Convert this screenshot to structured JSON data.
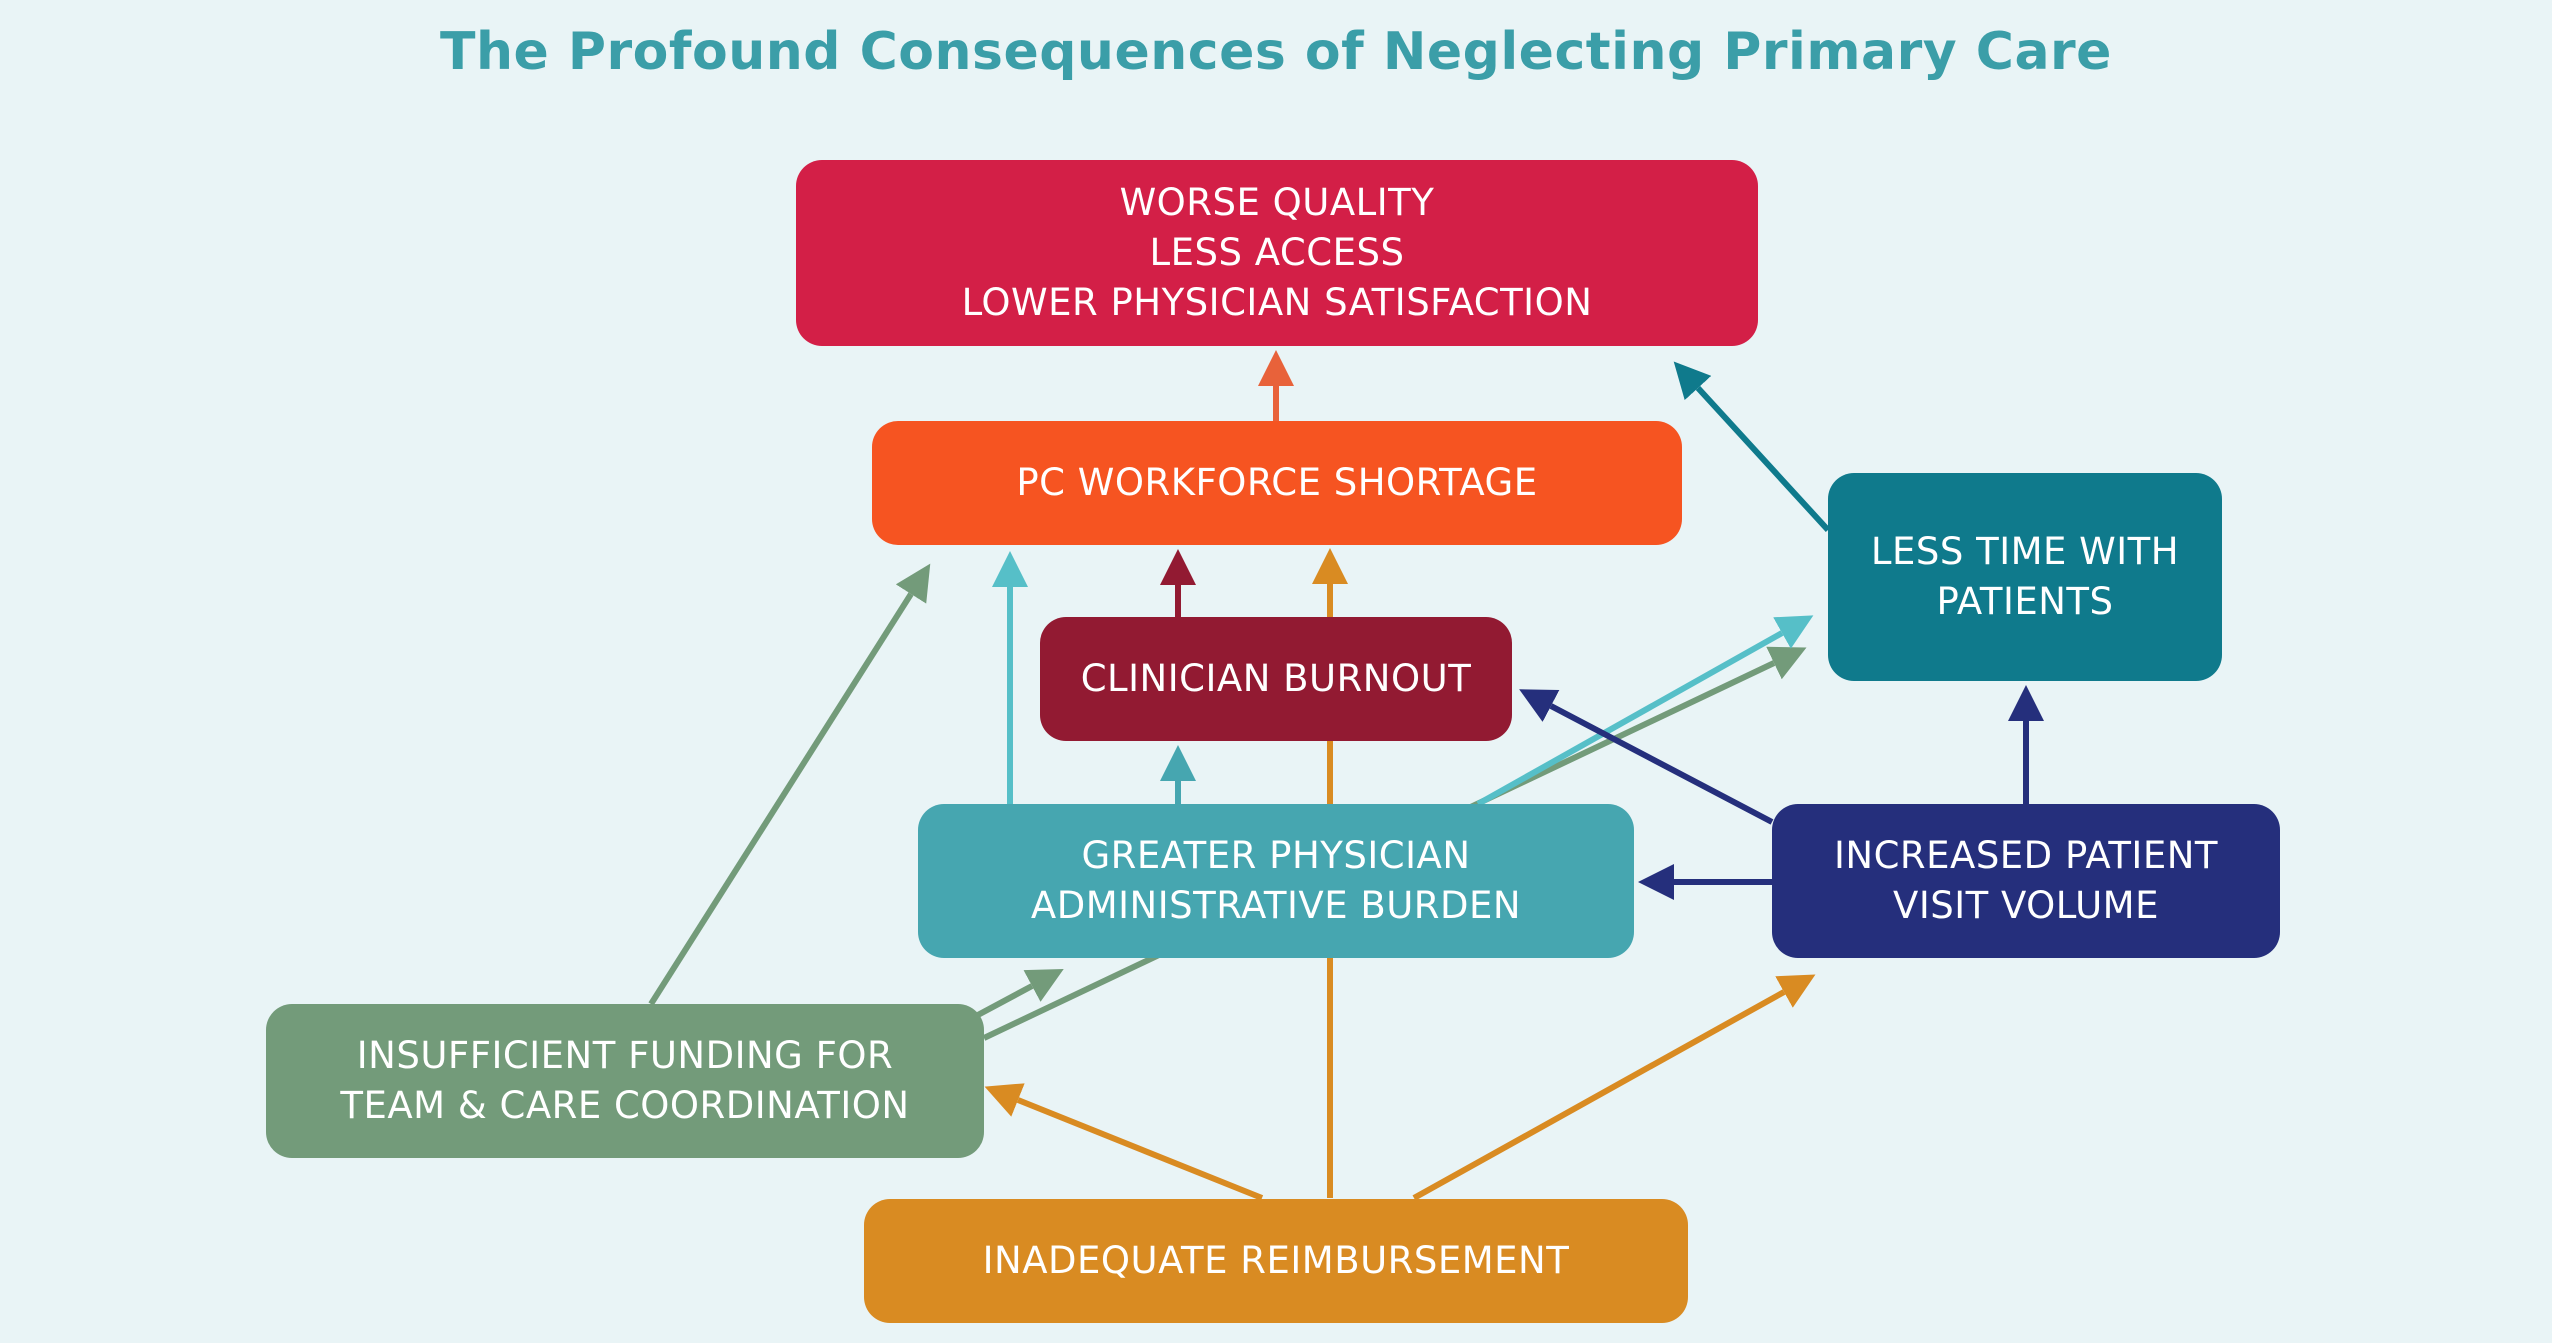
{
  "title": "The Profound Consequences of Neglecting Primary Care",
  "colors": {
    "background": "#e9f4f6",
    "title": "#3b9ea8",
    "outcomes": "#d31f47",
    "shortage": "#f65421",
    "burnout": "#921a32",
    "less_time": "#0f7a8c",
    "admin": "#46a6b0",
    "visit": "#252f7c",
    "funding": "#739b7a",
    "reimburse": "#d98b22"
  },
  "nodes": {
    "outcomes": {
      "lines": [
        "WORSE QUALITY",
        "LESS ACCESS",
        "LOWER PHYSICIAN SATISFACTION"
      ]
    },
    "shortage": {
      "lines": [
        "PC WORKFORCE SHORTAGE"
      ]
    },
    "burnout": {
      "lines": [
        "CLINICIAN BURNOUT"
      ]
    },
    "less_time": {
      "lines": [
        "LESS TIME WITH",
        "PATIENTS"
      ]
    },
    "admin": {
      "lines": [
        "GREATER PHYSICIAN",
        "ADMINISTRATIVE BURDEN"
      ]
    },
    "visit": {
      "lines": [
        "INCREASED PATIENT",
        "VISIT VOLUME"
      ]
    },
    "funding": {
      "lines": [
        "INSUFFICIENT FUNDING FOR",
        "TEAM & CARE COORDINATION"
      ]
    },
    "reimburse": {
      "lines": [
        "INADEQUATE REIMBURSEMENT"
      ]
    }
  },
  "edges": [
    {
      "from": "shortage",
      "to": "outcomes",
      "color": "#e8623a"
    },
    {
      "from": "less_time",
      "to": "outcomes",
      "color": "#0f7a8c"
    },
    {
      "from": "burnout",
      "to": "shortage",
      "color": "#921a32"
    },
    {
      "from": "admin",
      "to": "shortage",
      "color": "#56bfc8"
    },
    {
      "from": "funding",
      "to": "shortage",
      "color": "#739b7a"
    },
    {
      "from": "reimburse",
      "to": "shortage",
      "color": "#d98b22"
    },
    {
      "from": "admin",
      "to": "burnout",
      "color": "#46a6b0"
    },
    {
      "from": "visit",
      "to": "burnout",
      "color": "#252f7c"
    },
    {
      "from": "admin",
      "to": "less_time",
      "color": "#56bfc8"
    },
    {
      "from": "funding",
      "to": "less_time",
      "color": "#739b7a"
    },
    {
      "from": "visit",
      "to": "less_time",
      "color": "#252f7c"
    },
    {
      "from": "visit",
      "to": "admin",
      "color": "#252f7c"
    },
    {
      "from": "funding",
      "to": "admin",
      "color": "#739b7a"
    },
    {
      "from": "reimburse",
      "to": "funding",
      "color": "#d98b22"
    },
    {
      "from": "reimburse",
      "to": "visit",
      "color": "#d98b22"
    }
  ]
}
